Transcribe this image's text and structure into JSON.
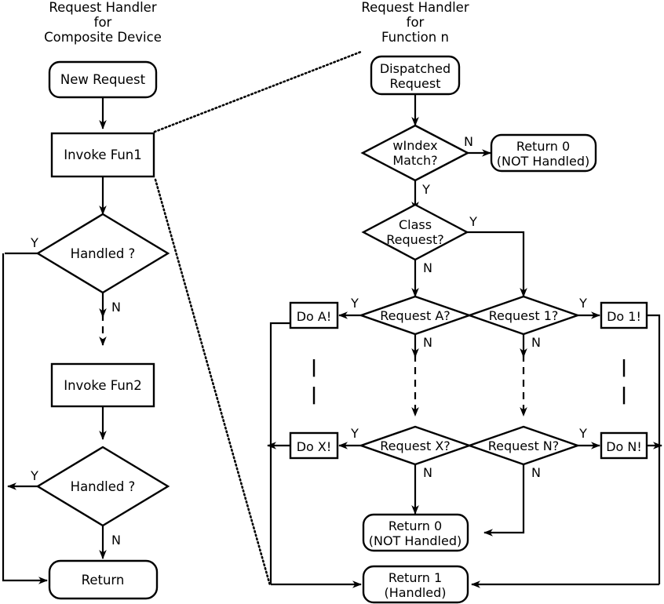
{
  "diagram": {
    "title_left": {
      "line1": "Request Handler",
      "line2": "for",
      "line3": "Composite Device"
    },
    "title_right": {
      "line1": "Request Handler",
      "line2": "for",
      "line3": "Function n"
    },
    "left_panel": {
      "nodes": {
        "new_request": "New Request",
        "invoke_fun1": "Invoke Fun1",
        "handled_1": "Handled ?",
        "invoke_fun2": "Invoke Fun2",
        "handled_2": "Handled ?",
        "return": "Return"
      },
      "edge_labels": {
        "handled1_yes": "Y",
        "handled1_no": "N",
        "handled2_yes": "Y",
        "handled2_no": "N"
      }
    },
    "right_panel": {
      "nodes": {
        "dispatched_request_l1": "Dispatched",
        "dispatched_request_l2": "Request",
        "windex_match_l1": "wIndex",
        "windex_match_l2": "Match?",
        "return0_top_l1": "Return 0",
        "return0_top_l2": "(NOT Handled)",
        "class_request_l1": "Class",
        "class_request_l2": "Request?",
        "request_a": "Request A?",
        "request_x": "Request X?",
        "request_1": "Request 1?",
        "request_n": "Request N?",
        "do_a": "Do A!",
        "do_x": "Do X!",
        "do_1": "Do 1!",
        "do_n": "Do N!",
        "return0_bottom_l1": "Return 0",
        "return0_bottom_l2": "(NOT Handled)",
        "return1_l1": "Return 1",
        "return1_l2": "(Handled)"
      },
      "edge_labels": {
        "windex_no": "N",
        "windex_yes": "Y",
        "class_yes": "Y",
        "class_no": "N",
        "request_a_yes": "Y",
        "request_a_no": "N",
        "request_x_yes": "Y",
        "request_x_no": "N",
        "request_1_yes": "Y",
        "request_1_no": "N",
        "request_n_yes": "Y",
        "request_n_no": "N"
      },
      "ellipsis": "|"
    },
    "colors": {
      "stroke": "#000000",
      "fill": "#ffffff",
      "background": "#ffffff"
    }
  }
}
